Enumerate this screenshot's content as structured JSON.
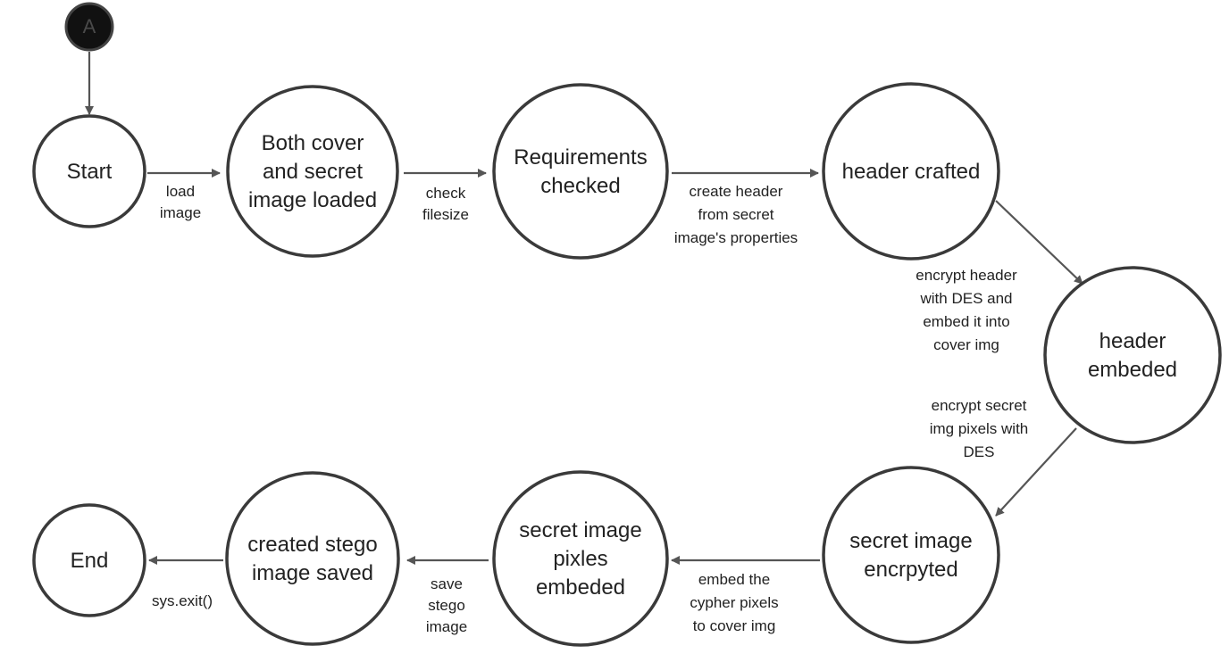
{
  "initial_node": {
    "label": "A"
  },
  "states": [
    {
      "id": "start",
      "lines": [
        "Start"
      ]
    },
    {
      "id": "loaded",
      "lines": [
        "Both cover",
        "and secret",
        "image loaded"
      ]
    },
    {
      "id": "checked",
      "lines": [
        "Requirements",
        "checked"
      ]
    },
    {
      "id": "header-crafted",
      "lines": [
        "header crafted"
      ]
    },
    {
      "id": "header-embeded",
      "lines": [
        "header",
        "embeded"
      ]
    },
    {
      "id": "encrypted",
      "lines": [
        "secret image",
        "encrpyted"
      ]
    },
    {
      "id": "pixels-embeded",
      "lines": [
        "secret image",
        "pixles",
        "embeded"
      ]
    },
    {
      "id": "saved",
      "lines": [
        "created stego",
        "image saved"
      ]
    },
    {
      "id": "end",
      "lines": [
        "End"
      ]
    }
  ],
  "transitions": [
    {
      "from": "initial",
      "to": "start",
      "lines": []
    },
    {
      "from": "start",
      "to": "loaded",
      "lines": [
        "load",
        "image"
      ]
    },
    {
      "from": "loaded",
      "to": "checked",
      "lines": [
        "check",
        "filesize"
      ]
    },
    {
      "from": "checked",
      "to": "header-crafted",
      "lines": [
        "create header",
        "from secret",
        "image's properties"
      ]
    },
    {
      "from": "header-crafted",
      "to": "header-embeded",
      "lines": [
        "encrypt header",
        "with DES and",
        "embed it into",
        "cover img"
      ]
    },
    {
      "from": "header-embeded",
      "to": "encrypted",
      "lines": [
        "encrypt secret",
        "img pixels with",
        "DES"
      ]
    },
    {
      "from": "encrypted",
      "to": "pixels-embeded",
      "lines": [
        "embed the",
        "cypher pixels",
        "to cover img"
      ]
    },
    {
      "from": "pixels-embeded",
      "to": "saved",
      "lines": [
        "save",
        "stego",
        "image"
      ]
    },
    {
      "from": "saved",
      "to": "end",
      "lines": [
        "sys.exit()"
      ]
    }
  ]
}
